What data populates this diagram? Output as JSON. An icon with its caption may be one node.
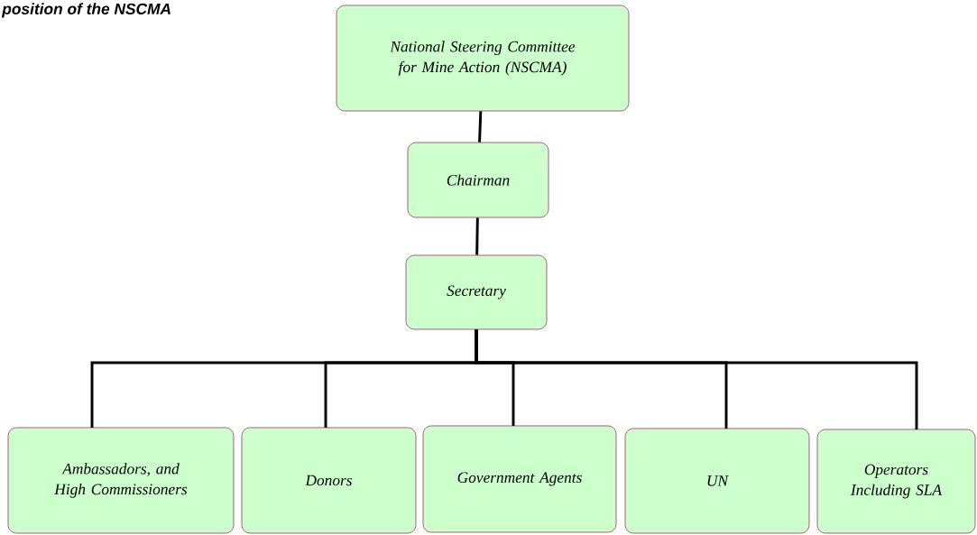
{
  "diagram": {
    "title": "position of the NSCMA",
    "nodes": [
      {
        "text": [
          "National Steering Committee for Mine Action (NSCMA)"
        ]
      },
      {
        "text": [
          "Chairman"
        ]
      },
      {
        "text": [
          "Secretary"
        ]
      },
      {
        "text": [
          "Ambassadors, and High Commissioners"
        ]
      },
      {
        "text": [
          "Donors"
        ]
      },
      {
        "text": [
          "Government Agents"
        ]
      },
      {
        "text": [
          "UN"
        ]
      },
      {
        "text": [
          "Operators Including SLA"
        ]
      }
    ],
    "edges": [
      {
        "from": 0,
        "to": 1,
        "arrow": "none"
      },
      {
        "from": 1,
        "to": 2,
        "arrow": "none"
      },
      {
        "from": 2,
        "to": 3,
        "arrow": "none"
      },
      {
        "from": 2,
        "to": 4,
        "arrow": "none"
      },
      {
        "from": 2,
        "to": 5,
        "arrow": "none"
      },
      {
        "from": 2,
        "to": 6,
        "arrow": "none"
      },
      {
        "from": 2,
        "to": 7,
        "arrow": "none"
      }
    ]
  }
}
